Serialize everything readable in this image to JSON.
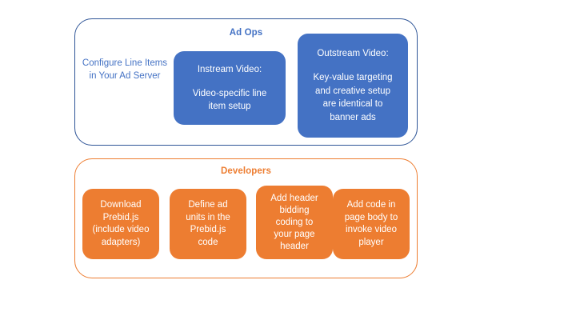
{
  "diagram": {
    "title_colors": {
      "blue": "#4472C4",
      "blue_border": "#2F5597",
      "orange": "#ED7D31",
      "card_text": "#FFFFFF"
    },
    "groups": [
      {
        "id": "ad-ops",
        "title": "Ad Ops",
        "accent": "#4472C4",
        "plain_label": {
          "lines": [
            "Configure Line",
            "Items in Your Ad",
            "Server"
          ],
          "text": "Configure Line Items in Your Ad Server"
        },
        "cards": [
          {
            "id": "instream-video",
            "heading": "Instream Video:",
            "body_lines": [
              "Video-specific line",
              "item setup"
            ],
            "body": "Video-specific line item setup",
            "fill": "#4472C4"
          },
          {
            "id": "outstream-video",
            "heading": "Outstream Video:",
            "body_lines": [
              "Key-value targeting",
              "and creative setup",
              "are identical to",
              "banner ads"
            ],
            "body": "Key-value targeting and creative setup are identical to banner ads",
            "fill": "#4472C4"
          }
        ]
      },
      {
        "id": "developers",
        "title": "Developers",
        "accent": "#ED7D31",
        "cards": [
          {
            "id": "download-prebid",
            "lines": [
              "Download",
              "Prebid.js",
              "(include video",
              "adapters)"
            ],
            "text": "Download Prebid.js (include video adapters)",
            "fill": "#ED7D31"
          },
          {
            "id": "define-ad-units",
            "lines": [
              "Define ad",
              "units in the",
              "Prebid.js",
              "code"
            ],
            "text": "Define ad units in the Prebid.js code",
            "fill": "#ED7D31"
          },
          {
            "id": "add-header-bidding",
            "lines": [
              "Add header",
              "bidding",
              "coding to",
              "your page",
              "header"
            ],
            "text": "Add header bidding coding to your page header",
            "fill": "#ED7D31"
          },
          {
            "id": "add-page-body-code",
            "lines": [
              "Add code in",
              "page body to",
              "invoke video",
              "player"
            ],
            "text": "Add code in page body to invoke video player",
            "fill": "#ED7D31"
          }
        ]
      }
    ]
  }
}
